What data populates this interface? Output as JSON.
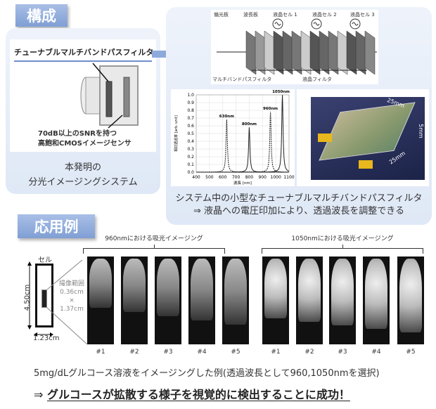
{
  "sections": {
    "config_title": "構成",
    "application_title": "応用例"
  },
  "left_panel": {
    "filter_label": "チューナブルマルチバンドパスフィルタ",
    "sensor_label_1": "70dB以上のSNRを持つ",
    "sensor_label_2": "高飽和CMOSイメージセンサ",
    "caption_1": "本発明の",
    "caption_2": "分光イメージングシステム"
  },
  "filter_diagram": {
    "polarizer": "偏光板",
    "waveplate": "波長板",
    "lc_cell_1": "液晶セル 1",
    "lc_cell_2": "液晶セル 2",
    "lc_cell_3": "液晶セル 3",
    "multiband_filter": "マルチバンドパスフィルタ",
    "lc_filter": "液晶フィルタ"
  },
  "chart_data": {
    "type": "line",
    "xlabel": "波長 [nm]",
    "ylabel": "相対透過率 [arb. unit]",
    "xlim": [
      400,
      1100
    ],
    "ylim": [
      0,
      1.0
    ],
    "xticks": [
      400,
      500,
      600,
      700,
      800,
      900,
      1000,
      1100
    ],
    "yticks": [
      "0.0",
      "0.1",
      "0.2",
      "0.3",
      "0.4",
      "0.5",
      "0.6",
      "0.7",
      "0.8",
      "0.9",
      "1.0"
    ],
    "grid": true,
    "series": [
      {
        "peak_nm": 630,
        "peak_value": 0.68,
        "style": "dashed",
        "annotation": "630nm"
      },
      {
        "peak_nm": 800,
        "peak_value": 0.58,
        "style": "solid",
        "annotation": "800nm"
      },
      {
        "peak_nm": 960,
        "peak_value": 0.78,
        "style": "dashed",
        "annotation": "960nm"
      },
      {
        "peak_nm": 1050,
        "peak_value": 1.0,
        "style": "solid",
        "annotation": "1050nm"
      }
    ]
  },
  "photo": {
    "dim_width": "25mm",
    "dim_height": "5mm",
    "dim_depth": "25mm"
  },
  "right_caption": {
    "line_1": "システム中の小型なチューナブルマルチバンドパスフィルタ",
    "line_2": "⇒ 液晶への電圧印加により、透過波長を調整できる"
  },
  "application": {
    "cell_label": "セル",
    "cell_height": "4.50cm",
    "cell_width": "1.23cm",
    "range_label": "撮像範囲",
    "range_w": "0.36cm",
    "range_x": "×",
    "range_h": "1.37cm",
    "group_960": "960nmにおける吸光イメージング",
    "group_1050": "1050nmにおける吸光イメージング",
    "frames": [
      "#1",
      "#2",
      "#3",
      "#4",
      "#5"
    ]
  },
  "bottom": {
    "example": "5mg/dLグルコース溶液をイメージングした例(透過波長として960,1050nmを選択)",
    "arrow": "⇒",
    "conclusion": "グルコースが拡散する様子を視覚的に検出することに成功！"
  }
}
